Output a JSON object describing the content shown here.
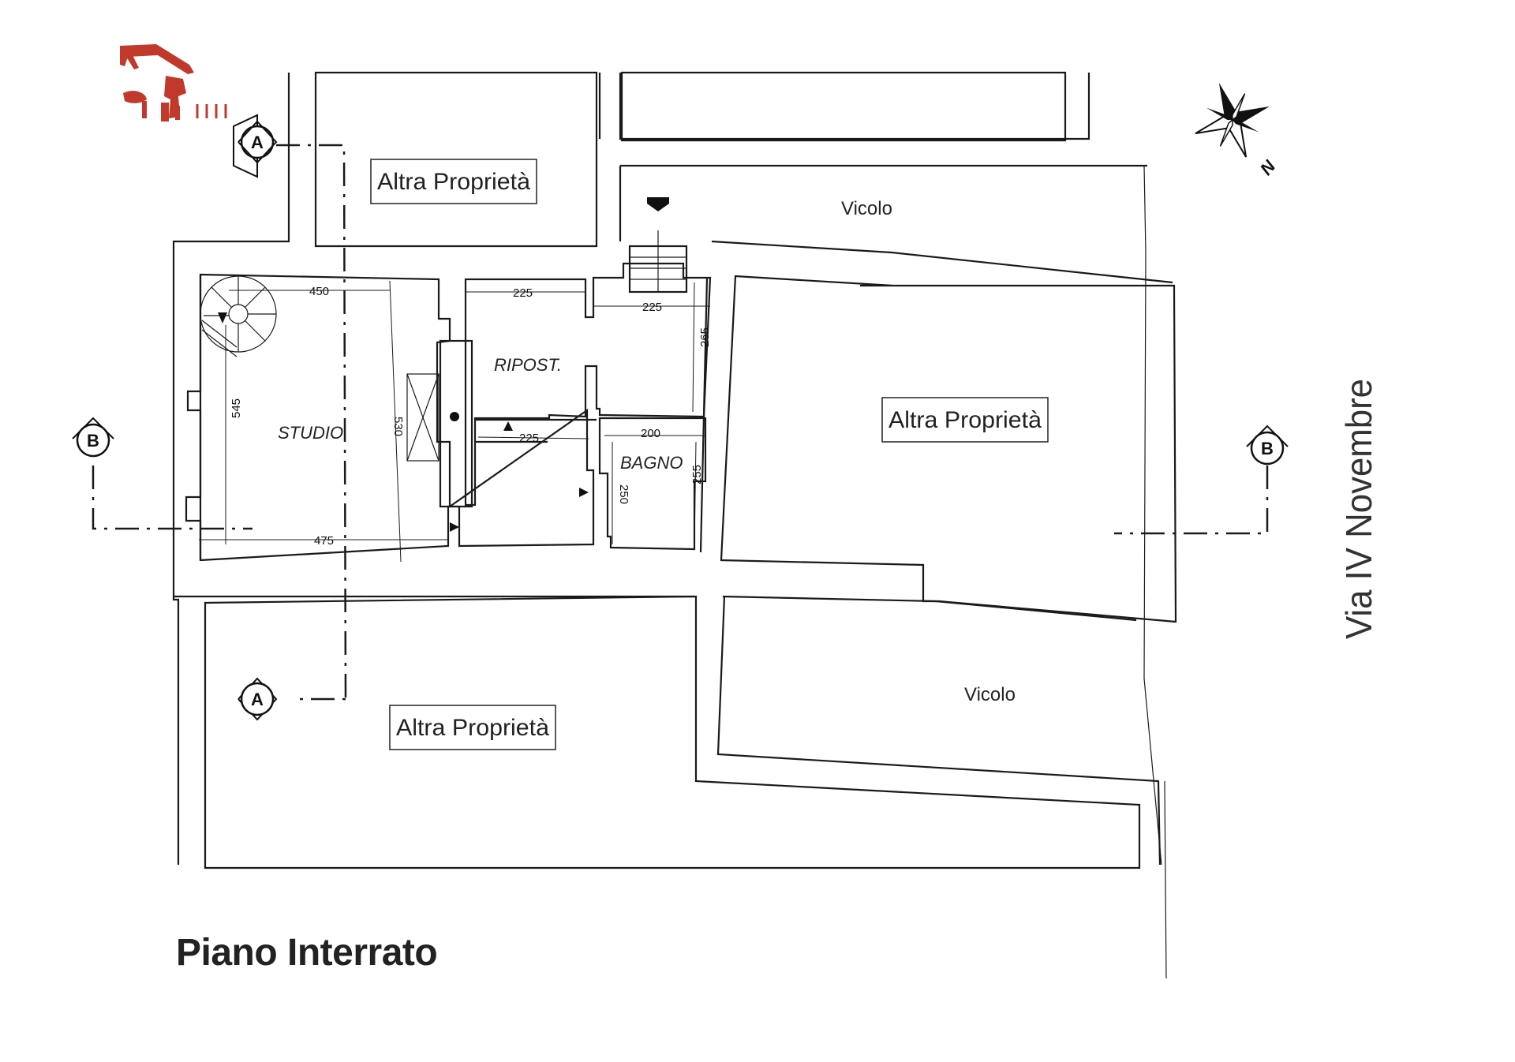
{
  "title": "Piano Interrato",
  "properties": {
    "top_left": "Altra Proprietà",
    "right": "Altra Proprietà",
    "bottom_left": "Altra Proprietà"
  },
  "alleys": {
    "top": "Vicolo",
    "bottom": "Vicolo"
  },
  "street": "Via IV Novembre",
  "rooms": {
    "studio": "STUDIO",
    "ripost": "RIPOST.",
    "bagno": "BAGNO"
  },
  "dimensions": {
    "studio_top": "450",
    "studio_bottom": "475",
    "studio_left": "545",
    "studio_right": "530",
    "ripost_top": "225",
    "entry_top": "225",
    "entry_right": "265",
    "ripost_mid": "225",
    "bagno_top": "200",
    "bagno_left": "250",
    "bagno_right": "255"
  },
  "section_markers": {
    "a_top": "A",
    "a_bottom": "A",
    "b_left": "B",
    "b_right": "B"
  },
  "compass": {
    "north_label": "N",
    "icon": "compass-rose-icon"
  },
  "logo": {
    "icon": "architect-stamp-logo",
    "color": "#c0392b"
  }
}
